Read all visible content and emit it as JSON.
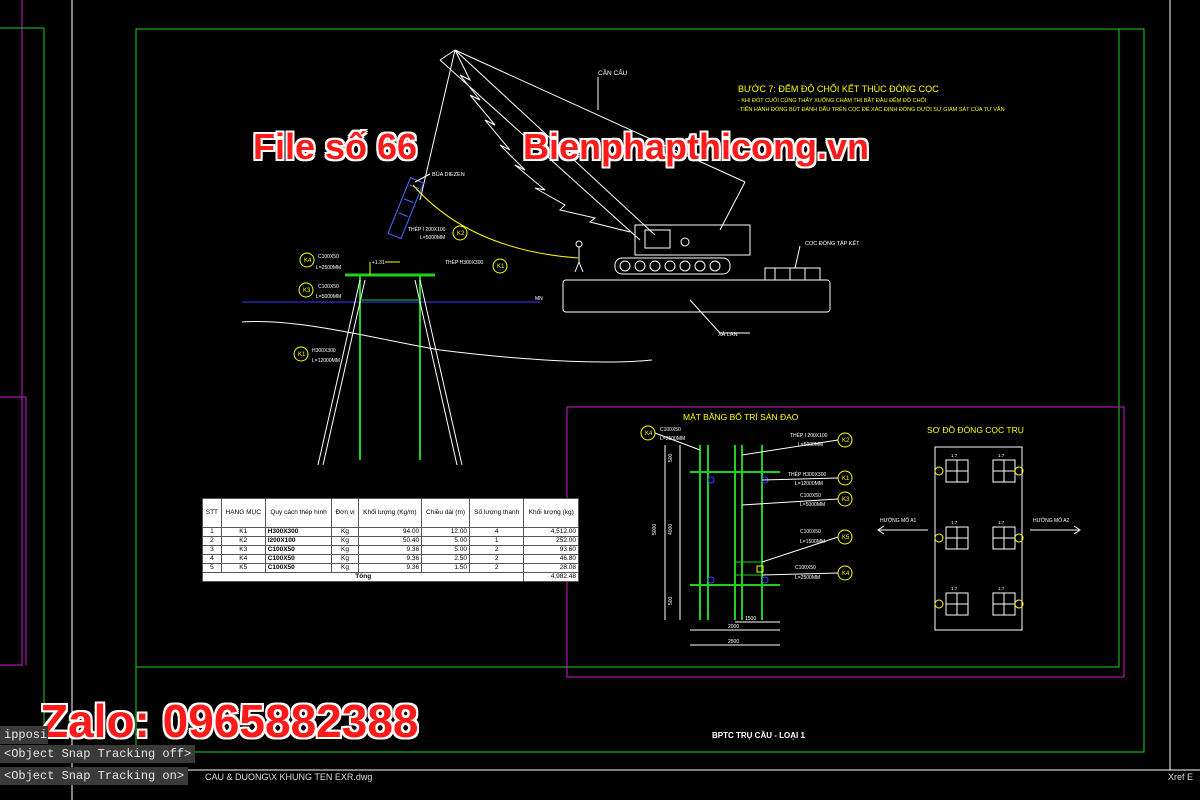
{
  "watermarks": {
    "file": "File số 66",
    "site": "Bienphapthicong.vn",
    "zalo": "Zalo: 0965882388"
  },
  "command_line": {
    "partial": "ipposi",
    "line1": "<Object Snap Tracking off>",
    "line2": "<Object Snap Tracking on>"
  },
  "tabs": {
    "file_path": "CAU & DUONG\\X KHUNG TEN EXR.dwg",
    "right": "Xref E"
  },
  "drawing": {
    "step_title": "BƯỚC 7: ĐẾM ĐỘ CHỐI KẾT THÚC ĐÓNG CỌC",
    "step_line1": "- KHI ĐÓT CUỐI CÙNG THẤY XUỐNG CHẬM THÌ BẮT ĐẦU ĐẾM ĐỘ CHỐI",
    "step_line2": "-TIẾN HÀNH ĐÓNG BÚT ĐÁNH DẤU TRÊN CỌC ĐỂ XÁC ĐỊNH ĐÓNG DƯỚI SỰ GIÁM SÁT CỦA TƯ VẤN",
    "label_crane": "CẦN CẨU",
    "label_hammer": "BÚA DIEZEN",
    "label_pile_stack": "CỌC ĐÓNG TẬP KẾT",
    "label_barge": "XÀ LAN",
    "label_k2_steel": "THÉP I 200X100",
    "label_k2_len": "L=5000MM",
    "label_k1_steel": "THÉP H300X300",
    "label_k4_c": "C100X50",
    "label_k4_len": "L=2500MM",
    "label_k3_c": "C100X50",
    "label_k3_len": "L=5000MM",
    "label_k1b_h": "H300X300",
    "label_k1b_len": "L=12000MM",
    "elev": "+1.31",
    "water": "MN",
    "plan_title": "MẶT BẰNG BỐ TRÍ SÀN ĐẠO",
    "plan_k4_c": "C100X50",
    "plan_k4_len": "L=2500MM",
    "plan_k2": "THÉP I 200X100",
    "plan_k2_len": "L=5000MM",
    "plan_k1": "THÉP H300X300",
    "plan_k1_len": "L=12000MM",
    "plan_k3": "C100X50",
    "plan_k3_len": "L=5000MM",
    "plan_k5": "C100X50",
    "plan_k5_len": "L=1500MM",
    "plan_k4b": "C100X50",
    "plan_k4b_len": "L=2500MM",
    "dim_500a": "500",
    "dim_4000": "4000",
    "dim_5000": "5000",
    "dim_500b": "500",
    "dim_1500": "1500",
    "dim_2000": "2000",
    "dim_2500": "2500",
    "pile_title": "SƠ ĐỒ ĐÓNG CỌC TRỤ",
    "dir_a1": "HƯỚNG MỐ A1",
    "dir_a2": "HƯỚNG MỐ A2",
    "slope": "1:7",
    "footer_title": "BPTC TRỤ CẦU - LOẠI 1"
  },
  "table": {
    "headers": [
      "STT",
      "HẠNG MỤC",
      "Quy cách thép hình",
      "Đơn vị",
      "Khối lượng (Kg/m)",
      "Chiều dài (m)",
      "Số lượng thanh",
      "Khối lượng (kg)"
    ],
    "rows": [
      [
        "1",
        "K1",
        "H300X300",
        "Kg",
        "94.00",
        "12.00",
        "4",
        "4,512.00"
      ],
      [
        "2",
        "K2",
        "I200X100",
        "Kg",
        "50.40",
        "5.00",
        "1",
        "252.00"
      ],
      [
        "3",
        "K3",
        "C100X50",
        "Kg",
        "9.36",
        "5.00",
        "2",
        "93.60"
      ],
      [
        "4",
        "K4",
        "C100X50",
        "Kg",
        "9.36",
        "2.50",
        "2",
        "46.80"
      ],
      [
        "5",
        "K5",
        "C100X50",
        "Kg",
        "9.36",
        "1.50",
        "2",
        "28.08"
      ]
    ],
    "total_label": "Tổng",
    "total_value": "4,982.48"
  },
  "colors": {
    "frame_green": "#1fd01f",
    "frame_magenta": "#cc1ccc",
    "accent_yellow": "#ffff00",
    "blue_line": "#3a3aff"
  }
}
